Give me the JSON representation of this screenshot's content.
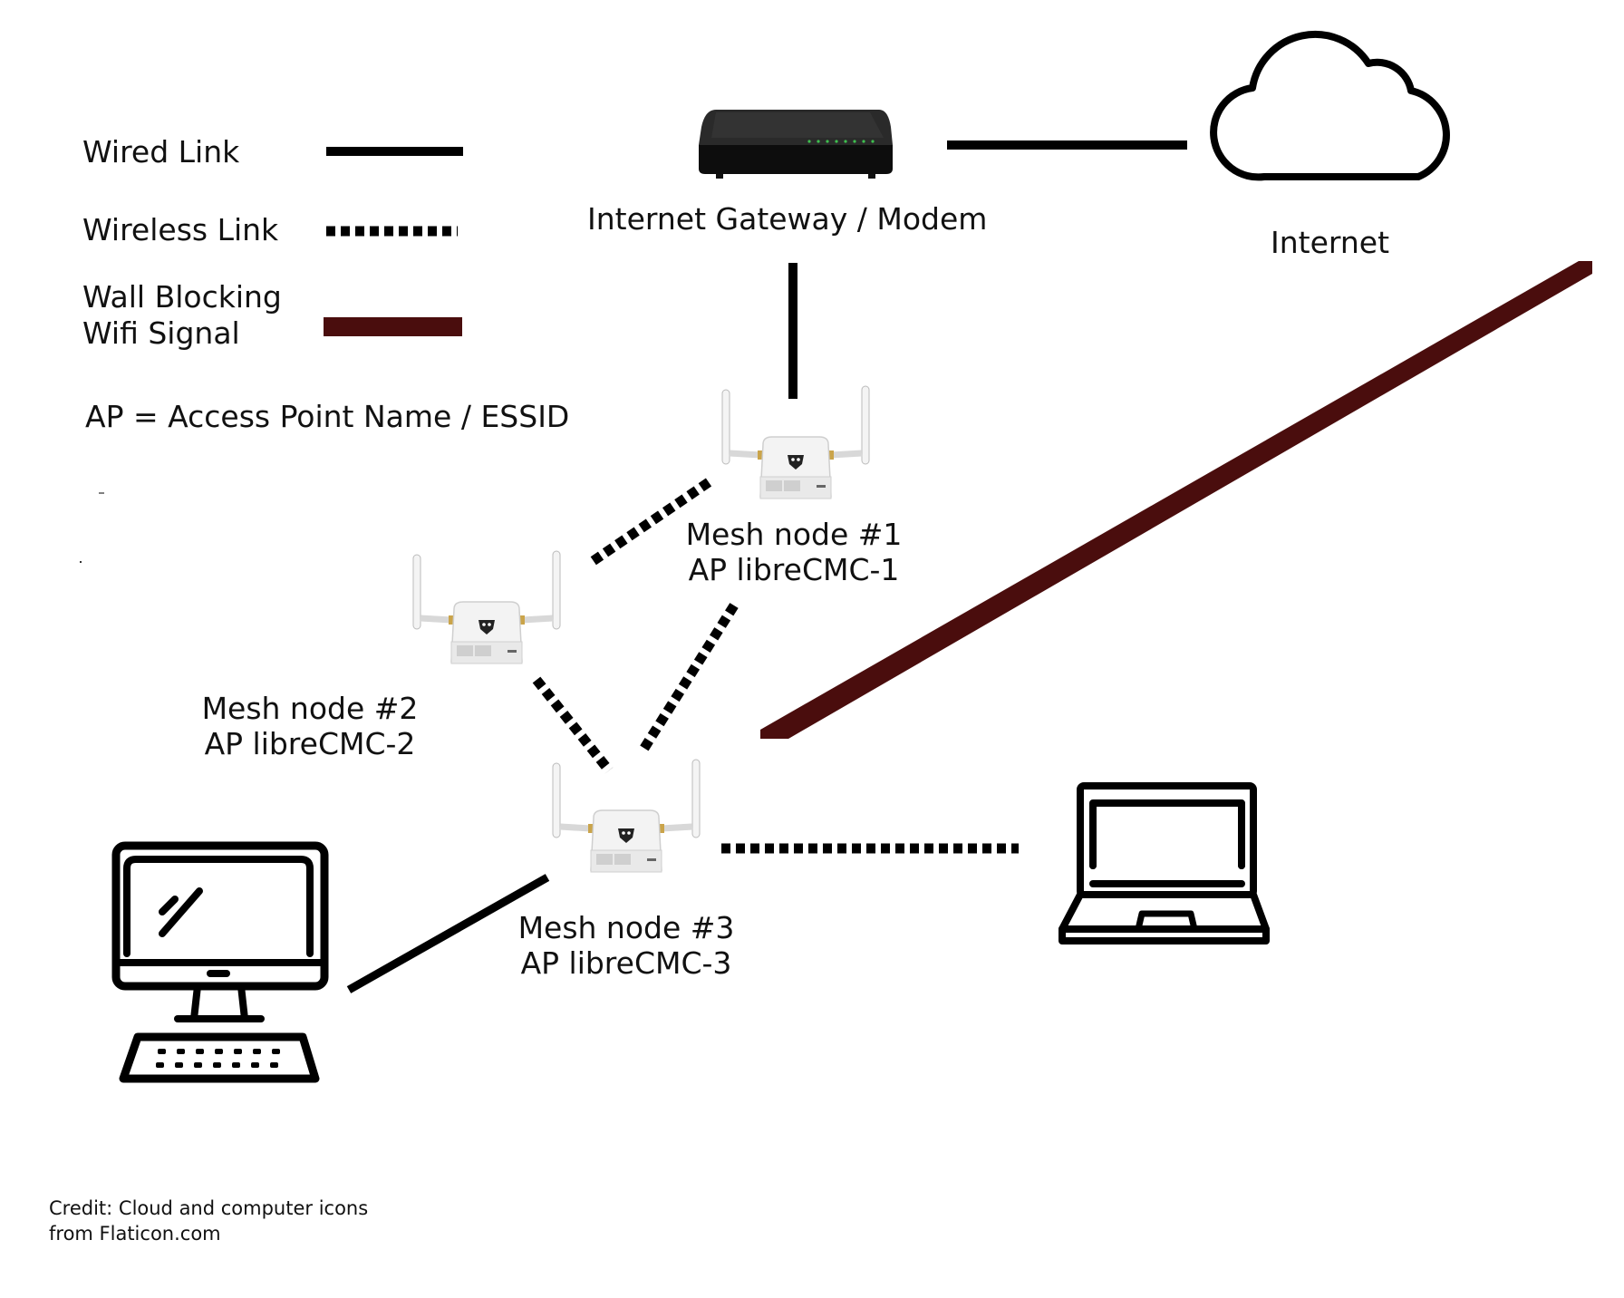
{
  "legend": {
    "wired_label": "Wired Link",
    "wireless_label": "Wireless Link",
    "wall_label_line1": "Wall Blocking",
    "wall_label_line2": "Wifi Signal",
    "ap_note": "AP = Access Point Name / ESSID"
  },
  "devices": {
    "gateway_label": "Internet Gateway / Modem",
    "internet_label": "Internet",
    "node1": {
      "title": "Mesh node #1",
      "ap": "AP libreCMC-1"
    },
    "node2": {
      "title": "Mesh node #2",
      "ap": "AP libreCMC-2"
    },
    "node3": {
      "title": "Mesh node #3",
      "ap": "AP libreCMC-3"
    }
  },
  "credit": {
    "line1": "Credit: Cloud and computer icons",
    "line2": "from Flaticon.com"
  },
  "colors": {
    "wired": "#000000",
    "wireless": "#000000",
    "wall": "#4a0d0d",
    "gateway_body": "#1a1a1a",
    "router_body": "#f2f2f2"
  },
  "icons": {
    "gateway": "modem-icon",
    "internet": "cloud-icon",
    "router": "router-icon",
    "desktop": "desktop-computer-icon",
    "laptop": "laptop-icon"
  }
}
